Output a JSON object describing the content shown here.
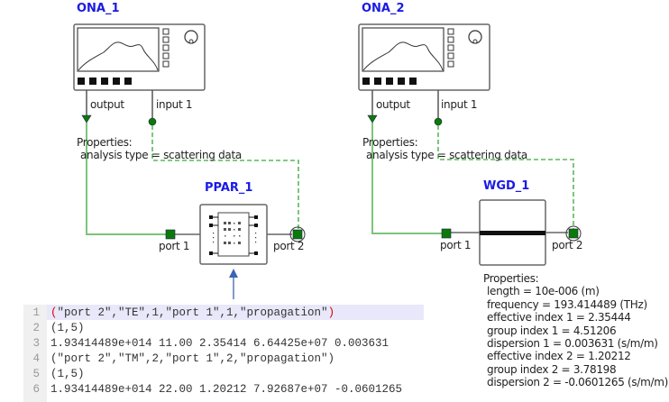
{
  "components": {
    "ona1": {
      "name": "ONA_1",
      "port_output": "output",
      "port_input": "input 1",
      "properties_header": "Properties:",
      "properties": [
        "analysis type = scattering data"
      ]
    },
    "ona2": {
      "name": "ONA_2",
      "port_output": "output",
      "port_input": "input 1",
      "properties_header": "Properties:",
      "properties": [
        "analysis type = scattering data"
      ]
    },
    "ppar1": {
      "name": "PPAR_1",
      "port1": "port 1",
      "port2": "port 2"
    },
    "wgd1": {
      "name": "WGD_1",
      "port1": "port 1",
      "port2": "port 2",
      "properties_header": "Properties:",
      "properties": [
        "length = 10e-006 (m)",
        "frequency = 193.414489 (THz)",
        "effective index 1 = 2.35444",
        "group index 1 = 4.51206",
        "dispersion 1 = 0.003631 (s/m/m)",
        "effective index 2 = 1.20212",
        "group index 2 = 3.78198",
        "dispersion 2 = -0.0601265 (s/m/m)"
      ]
    }
  },
  "colors": {
    "title": "#1a1ae6",
    "wire_solid": "#7cc47c",
    "wire_dashed": "#5cb85c",
    "port_fill": "#007a00",
    "arrow": "#3b64b4",
    "highlight": "#e8e8fa"
  },
  "code_editor": {
    "lines": [
      {
        "num": "1",
        "text": "(\"port 2\",\"TE\",1,\"port 1\",1,\"propagation\")",
        "active": true
      },
      {
        "num": "2",
        "text": "(1,5)"
      },
      {
        "num": "3",
        "text": "1.93414489e+014 11.00 2.35414 6.64425e+07 0.003631"
      },
      {
        "num": "4",
        "text": "(\"port 2\",\"TM\",2,\"port 1\",2,\"propagation\")"
      },
      {
        "num": "5",
        "text": "(1,5)"
      },
      {
        "num": "6",
        "text": "1.93414489e+014 22.00 1.20212 7.92687e+07 -0.0601265"
      }
    ],
    "line1": {
      "open": "(",
      "body": "\"port 2\",\"TE\",1,\"port 1\",1,\"propagation\"",
      "close": ")"
    }
  }
}
